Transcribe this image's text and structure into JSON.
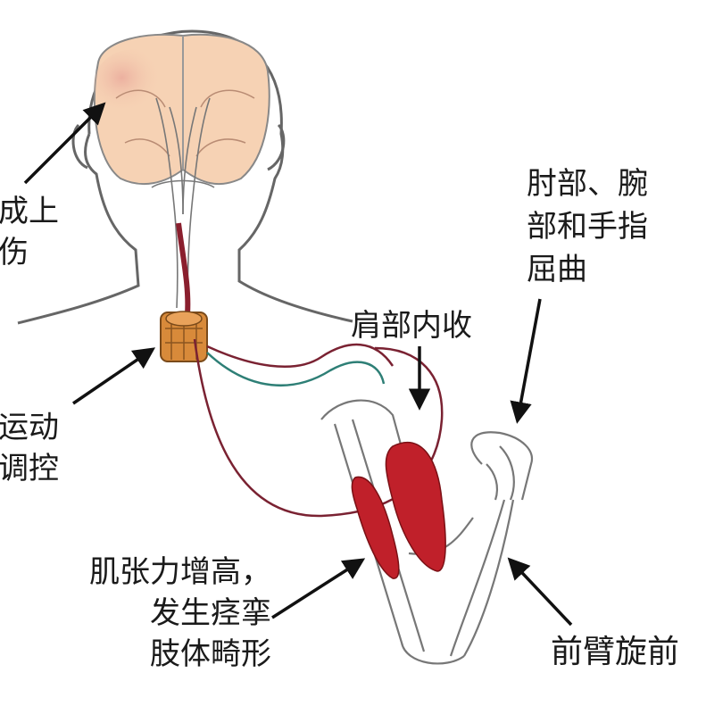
{
  "labels": {
    "stroke": [
      "成上",
      "伤"
    ],
    "spinal": [
      "运动",
      "调控"
    ],
    "elbow_wrist": [
      "肘部、腕",
      "部和手指",
      "屈曲"
    ],
    "shoulder": "肩部内收",
    "tone": [
      "肌张力增高，",
      "发生痉挛",
      "肢体畸形"
    ],
    "pronation": "前臂旋前"
  },
  "colors": {
    "brain": "#f6d2b4",
    "brain_highlight": "#ecaea0",
    "muscle": "#c0202a",
    "nerve_red": "#8a1f2e",
    "nerve_teal": "#2e7f76",
    "spinal_segment": "#d88a3a",
    "outline": "#555555",
    "arrow": "#111111"
  }
}
